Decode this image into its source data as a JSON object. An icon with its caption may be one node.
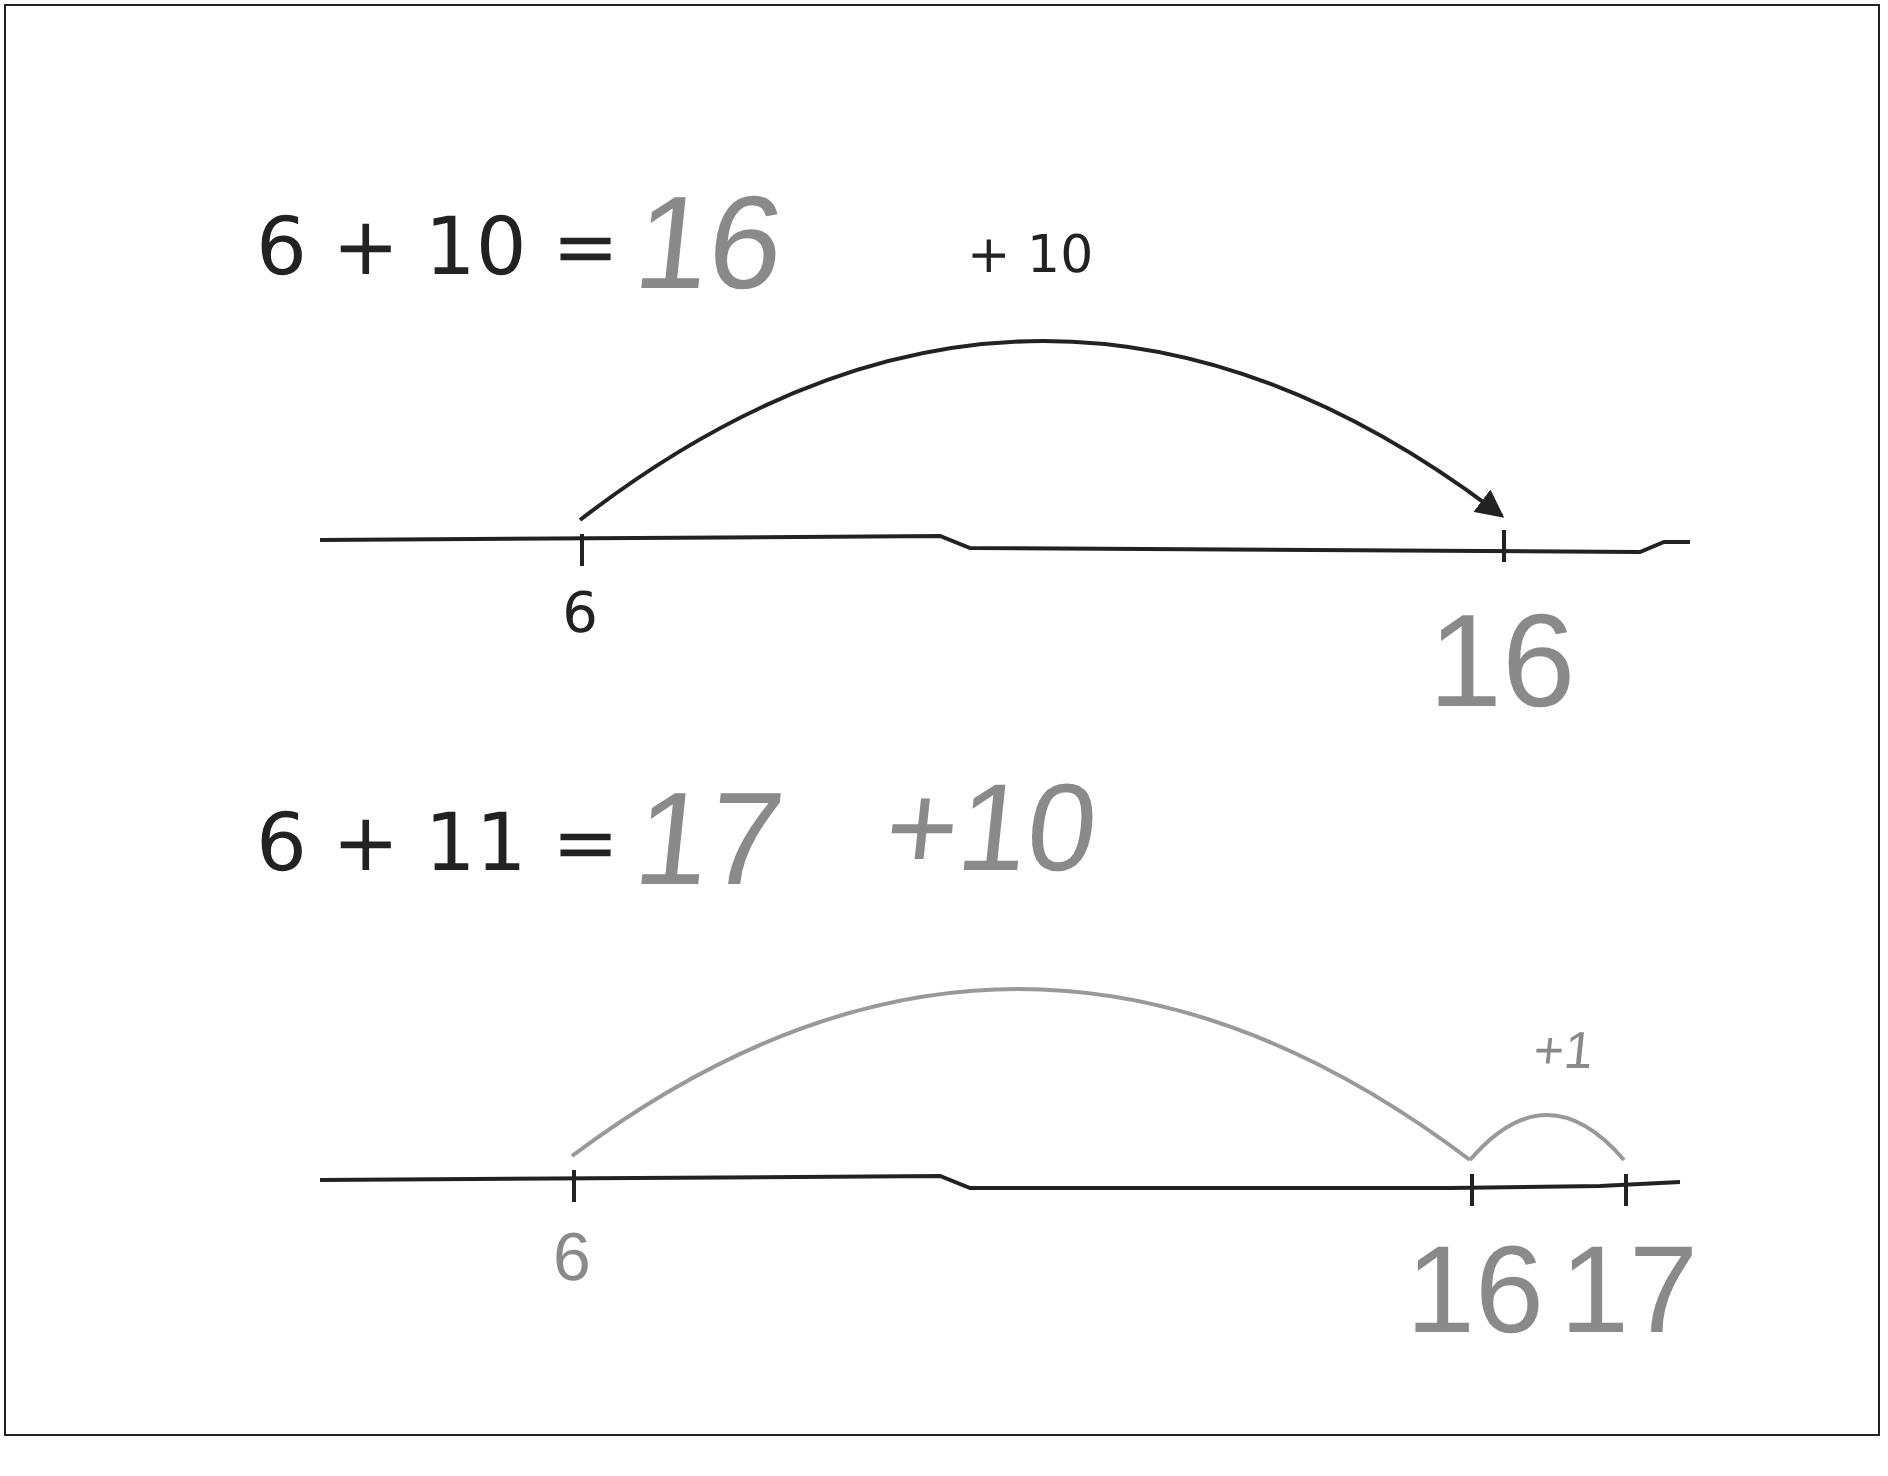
{
  "diagram": {
    "nodes": [
      {
        "text": [
          "6"
        ]
      },
      {
        "text": [
          "16"
        ]
      },
      {
        "text": [
          "6"
        ]
      },
      {
        "text": [
          "16"
        ]
      },
      {
        "text": [
          "17"
        ]
      }
    ],
    "edges": [
      {
        "from": 0,
        "to": 1,
        "arrow": "to",
        "label": "+ 10",
        "color": "#222222"
      },
      {
        "from": 2,
        "to": 3,
        "arrow": "none",
        "label": "+10"
      },
      {
        "from": 3,
        "to": 4,
        "arrow": "none",
        "label": "+1"
      }
    ],
    "labels": [
      "6 + 10 =",
      "16",
      "6 + 11 =",
      "17"
    ]
  }
}
